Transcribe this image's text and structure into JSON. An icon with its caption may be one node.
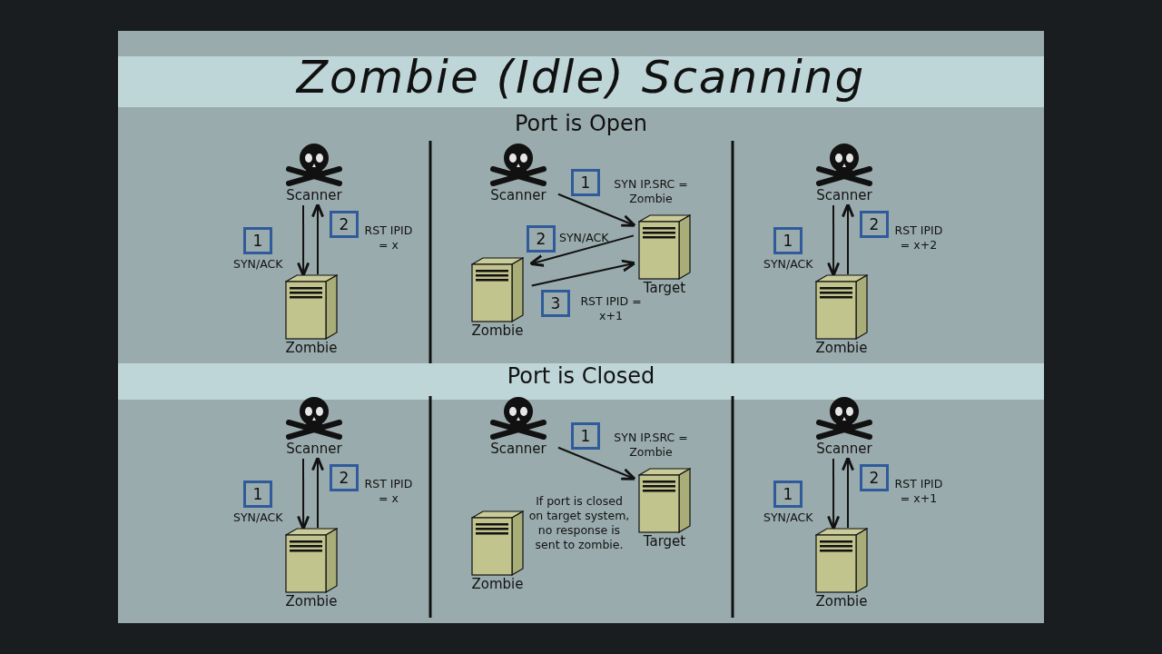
{
  "diagram": {
    "title": "Zombie (Idle) Scanning",
    "nodes": [
      {
        "text": [
          "Scanner"
        ]
      },
      {
        "text": [
          "Zombie"
        ]
      },
      {
        "text": [
          "1"
        ]
      },
      {
        "text": [
          "2"
        ]
      },
      {
        "text": [
          "Scanner"
        ]
      },
      {
        "text": [
          "Target"
        ]
      },
      {
        "text": [
          "Zombie"
        ]
      },
      {
        "text": [
          "1"
        ]
      },
      {
        "text": [
          "2"
        ]
      },
      {
        "text": [
          "3"
        ]
      },
      {
        "text": [
          "Scanner"
        ]
      },
      {
        "text": [
          "Zombie"
        ]
      },
      {
        "text": [
          "1"
        ]
      },
      {
        "text": [
          "2"
        ]
      },
      {
        "text": [
          "Scanner"
        ]
      },
      {
        "text": [
          "Zombie"
        ]
      },
      {
        "text": [
          "1"
        ]
      },
      {
        "text": [
          "2"
        ]
      },
      {
        "text": [
          "Scanner"
        ]
      },
      {
        "text": [
          "Target"
        ]
      },
      {
        "text": [
          "Zombie"
        ]
      },
      {
        "text": [
          "1"
        ]
      },
      {
        "text": [
          "Scanner"
        ]
      },
      {
        "text": [
          "Zombie"
        ]
      },
      {
        "text": [
          "1"
        ]
      },
      {
        "text": [
          "2"
        ]
      }
    ],
    "edges": [
      {
        "from": 0,
        "to": 1,
        "arrow": "to",
        "label": "SYN/ACK"
      },
      {
        "from": 1,
        "to": 0,
        "arrow": "to",
        "label": "RST IPID = x"
      },
      {
        "from": 4,
        "to": 5,
        "arrow": "to",
        "label": "SYN IP.SRC = Zombie"
      },
      {
        "from": 5,
        "to": 6,
        "arrow": "to",
        "label": "SYN/ACK"
      },
      {
        "from": 6,
        "to": 5,
        "arrow": "to",
        "label": "RST IPID = x+1"
      },
      {
        "from": 10,
        "to": 11,
        "arrow": "to",
        "label": "SYN/ACK"
      },
      {
        "from": 11,
        "to": 10,
        "arrow": "to",
        "label": "RST IPID = x+2"
      },
      {
        "from": 14,
        "to": 15,
        "arrow": "to",
        "label": "SYN/ACK"
      },
      {
        "from": 15,
        "to": 14,
        "arrow": "to",
        "label": "RST IPID = x"
      },
      {
        "from": 18,
        "to": 19,
        "arrow": "to",
        "label": "SYN IP.SRC = Zombie"
      },
      {
        "from": 22,
        "to": 23,
        "arrow": "to",
        "label": "SYN/ACK"
      },
      {
        "from": 23,
        "to": 22,
        "arrow": "to",
        "label": "RST IPID = x+1"
      }
    ],
    "labels": [
      "Port is Open",
      "Port is Closed",
      "If port is closed on target system, no response is sent to zombie."
    ]
  }
}
